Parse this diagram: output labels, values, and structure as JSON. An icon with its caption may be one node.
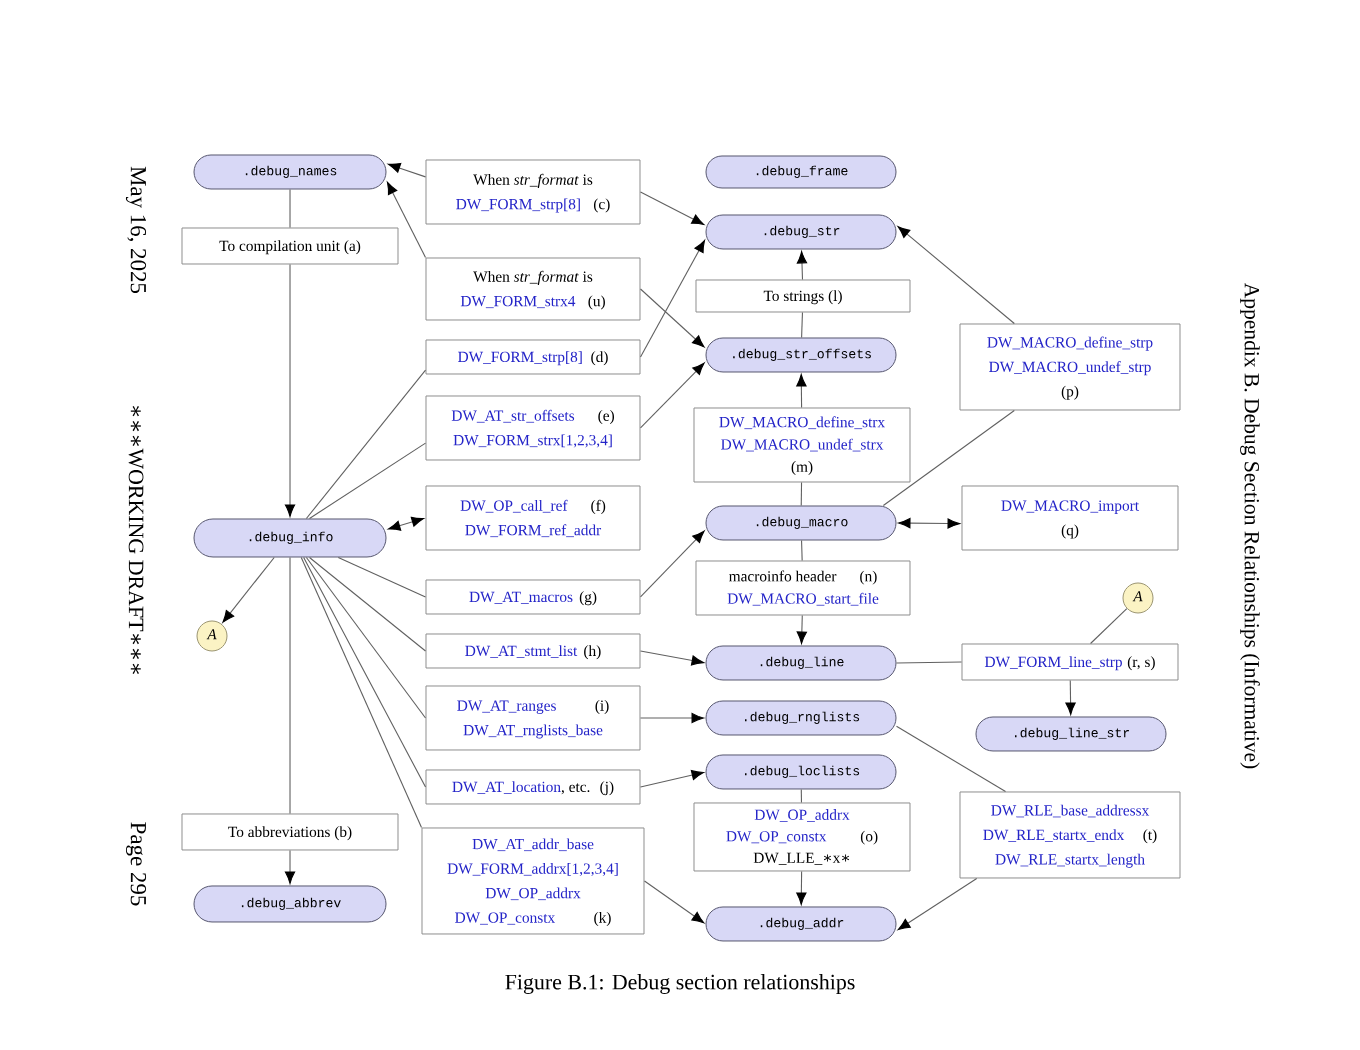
{
  "diagram": {
    "caption": "Figure B.1: Debug section relationships",
    "nodes": [
      {
        "text": [
          ".debug_names"
        ]
      },
      {
        "text": [
          "When *str_format* is",
          "DW_FORM_strp[8]",
          "(c)"
        ]
      },
      {
        "text": [
          ".debug_frame"
        ]
      },
      {
        "text": [
          "To compilation unit (a)"
        ]
      },
      {
        "text": [
          ".debug_str"
        ]
      },
      {
        "text": [
          "When *str_format* is",
          "DW_FORM_strx4",
          "(u)"
        ]
      },
      {
        "text": [
          "To strings (l)"
        ]
      },
      {
        "text": [
          "DW_FORM_strp[8]",
          "(d)"
        ]
      },
      {
        "text": [
          ".debug_str_offsets"
        ]
      },
      {
        "text": [
          "DW_MACRO_define_strp",
          "DW_MACRO_undef_strp",
          "(p)"
        ]
      },
      {
        "text": [
          "DW_AT_str_offsets",
          "(e)",
          "DW_FORM_strx[1,2,3,4]"
        ]
      },
      {
        "text": [
          "DW_MACRO_define_strx",
          "DW_MACRO_undef_strx",
          "(m)"
        ]
      },
      {
        "text": [
          "DW_OP_call_ref",
          "(f)",
          "DW_FORM_ref_addr"
        ]
      },
      {
        "text": [
          ".debug_info"
        ]
      },
      {
        "text": [
          ".debug_macro"
        ]
      },
      {
        "text": [
          "DW_MACRO_import",
          "(q)"
        ]
      },
      {
        "text": [
          "DW_AT_macros",
          "(g)"
        ]
      },
      {
        "text": [
          "macroinfo header",
          "(n)",
          "DW_MACRO_start_file"
        ]
      },
      {
        "text": [
          "A"
        ]
      },
      {
        "text": [
          "A"
        ]
      },
      {
        "text": [
          "DW_AT_stmt_list",
          "(h)"
        ]
      },
      {
        "text": [
          ".debug_line"
        ]
      },
      {
        "text": [
          "DW_FORM_line_strp",
          "(r, s)"
        ]
      },
      {
        "text": [
          "DW_AT_ranges",
          "(i)",
          "DW_AT_rnglists_base"
        ]
      },
      {
        "text": [
          ".debug_rnglists"
        ]
      },
      {
        "text": [
          ".debug_line_str"
        ]
      },
      {
        "text": [
          "DW_AT_location",
          ", etc.",
          "(j)"
        ]
      },
      {
        "text": [
          ".debug_loclists"
        ]
      },
      {
        "text": [
          "To abbreviations (b)"
        ]
      },
      {
        "text": [
          "DW_RLE_base_addressx",
          "DW_RLE_startx_endx",
          "(t)",
          "DW_RLE_startx_length"
        ]
      },
      {
        "text": [
          "DW_OP_addrx",
          "DW_OP_constx",
          "(o)",
          "DW_LLE_∗x∗"
        ]
      },
      {
        "text": [
          "DW_AT_addr_base",
          "DW_FORM_addrx[1,2,3,4]",
          "DW_OP_addrx",
          "DW_OP_constx",
          "(k)"
        ]
      },
      {
        "text": [
          ".debug_abbrev"
        ]
      },
      {
        "text": [
          ".debug_addr"
        ]
      }
    ],
    "edges": [
      {
        "from": 0,
        "to": 3,
        "arrow": "none"
      },
      {
        "from": 3,
        "to": 13,
        "arrow": "to"
      },
      {
        "from": 1,
        "to": 0,
        "arrow": "to"
      },
      {
        "from": 5,
        "to": 0,
        "arrow": "to"
      },
      {
        "from": 1,
        "to": 4,
        "arrow": "to"
      },
      {
        "from": 5,
        "to": 8,
        "arrow": "to"
      },
      {
        "from": 13,
        "to": 7,
        "arrow": "none"
      },
      {
        "from": 7,
        "to": 4,
        "arrow": "to"
      },
      {
        "from": 13,
        "to": 10,
        "arrow": "none"
      },
      {
        "from": 10,
        "to": 8,
        "arrow": "to"
      },
      {
        "from": 8,
        "to": 6,
        "arrow": "none"
      },
      {
        "from": 6,
        "to": 4,
        "arrow": "to"
      },
      {
        "from": 14,
        "to": 11,
        "arrow": "none"
      },
      {
        "from": 11,
        "to": 8,
        "arrow": "to"
      },
      {
        "from": 14,
        "to": 9,
        "arrow": "none"
      },
      {
        "from": 9,
        "to": 4,
        "arrow": "to"
      },
      {
        "from": 13,
        "to": 12,
        "arrow": "both"
      },
      {
        "from": 14,
        "to": 15,
        "arrow": "both"
      },
      {
        "from": 13,
        "to": 16,
        "arrow": "none"
      },
      {
        "from": 16,
        "to": 14,
        "arrow": "to"
      },
      {
        "from": 14,
        "to": 17,
        "arrow": "none"
      },
      {
        "from": 17,
        "to": 21,
        "arrow": "to"
      },
      {
        "from": 13,
        "to": 18,
        "arrow": "to"
      },
      {
        "from": 19,
        "to": 22,
        "arrow": "none"
      },
      {
        "from": 13,
        "to": 20,
        "arrow": "none"
      },
      {
        "from": 20,
        "to": 21,
        "arrow": "to"
      },
      {
        "from": 21,
        "to": 22,
        "arrow": "none"
      },
      {
        "from": 22,
        "to": 25,
        "arrow": "to"
      },
      {
        "from": 13,
        "to": 23,
        "arrow": "none"
      },
      {
        "from": 23,
        "to": 24,
        "arrow": "to"
      },
      {
        "from": 13,
        "to": 26,
        "arrow": "none"
      },
      {
        "from": 26,
        "to": 27,
        "arrow": "to"
      },
      {
        "from": 24,
        "to": 29,
        "arrow": "none"
      },
      {
        "from": 29,
        "to": 33,
        "arrow": "to"
      },
      {
        "from": 13,
        "to": 28,
        "arrow": "none"
      },
      {
        "from": 28,
        "to": 32,
        "arrow": "to"
      },
      {
        "from": 27,
        "to": 30,
        "arrow": "none"
      },
      {
        "from": 30,
        "to": 33,
        "arrow": "to"
      },
      {
        "from": 13,
        "to": 31,
        "arrow": "none"
      },
      {
        "from": 31,
        "to": 33,
        "arrow": "to"
      }
    ],
    "labels": [
      "May 16, 2025",
      "∗∗∗WORKING DRAFT∗∗∗",
      "Page 295",
      "Appendix B. Debug Section Relationships (Informative)"
    ]
  }
}
